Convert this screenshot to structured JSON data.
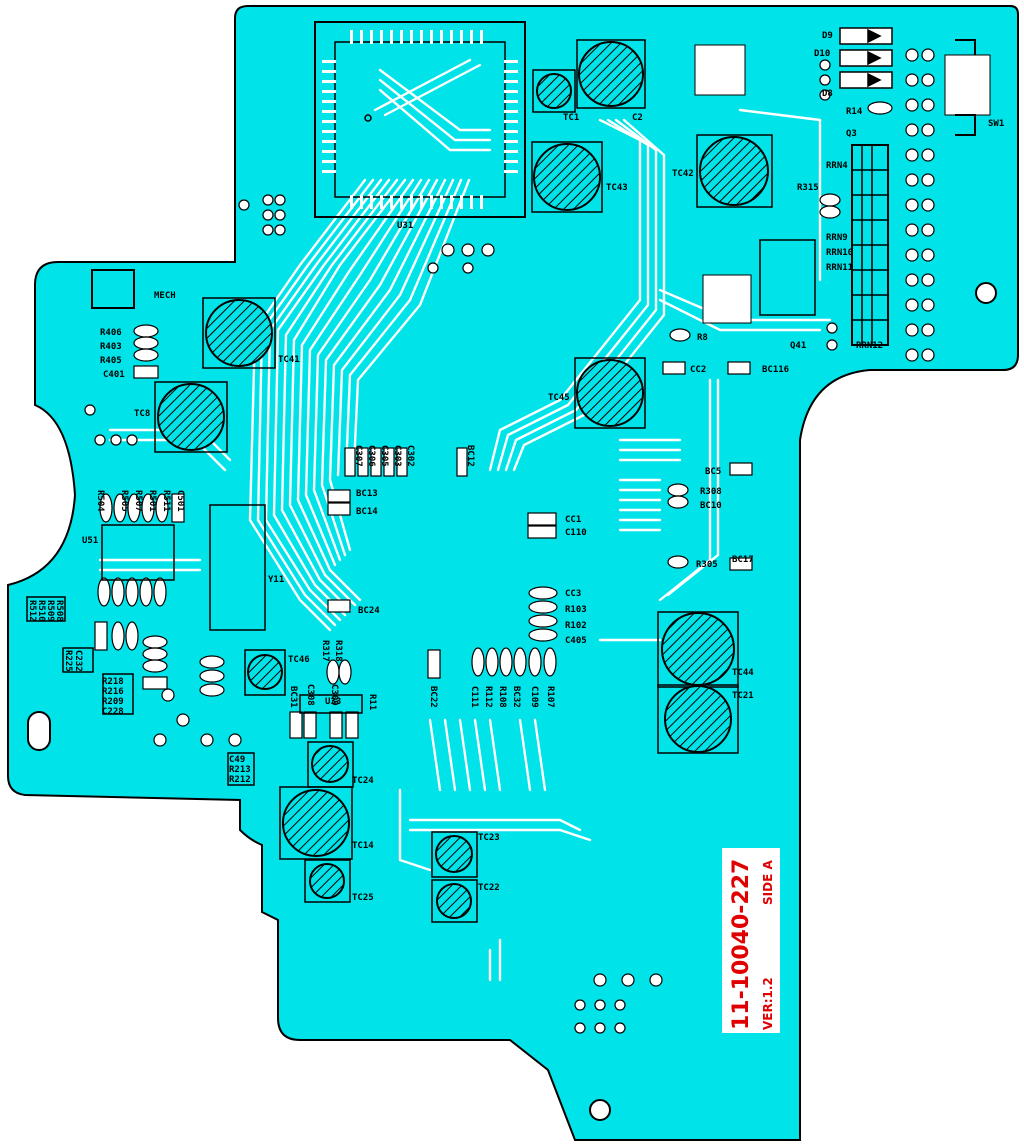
{
  "board": {
    "part_number": "11-10040-227",
    "side": "SIDE A",
    "version": "VER:1.2",
    "colors": {
      "board": "#00e3e8",
      "trace": "#ffffff",
      "outline": "#000000",
      "marking": "#e00000"
    }
  },
  "components": {
    "u31": "U31",
    "tc1": "TC1",
    "c2": "C2",
    "tc43": "TC43",
    "tc42": "TC42",
    "d9": "D9",
    "d10": "D10",
    "d8": "D8",
    "r14": "R14",
    "q3": "Q3",
    "sw1": "SW1",
    "rrn4": "RRN4",
    "r315": "R315",
    "rrn9": "RRN9",
    "rrn10": "RRN10",
    "rrn11": "RRN11",
    "rrn12": "RRN12",
    "q41": "Q41",
    "r8": "R8",
    "mech": "MECH",
    "r406": "R406",
    "r403": "R403",
    "r405": "R405",
    "c401": "C401",
    "tc41": "TC41",
    "tc8": "TC8",
    "cc2": "CC2",
    "bc116": "BC116",
    "tc45": "TC45",
    "c307": "C307",
    "c306": "C306",
    "c305": "C305",
    "c303": "C303",
    "c302": "C302",
    "bc12": "BC12",
    "bc5": "BC5",
    "r308": "R308",
    "bc10": "BC10",
    "r504": "R504",
    "r505": "R505",
    "r507": "R507",
    "r501": "R501",
    "r511": "R511",
    "c501": "C501",
    "bc13": "BC13",
    "bc14": "BC14",
    "cc1": "CC1",
    "c110": "C110",
    "u51": "U51",
    "y11": "Y11",
    "r305": "R305",
    "bc17": "BC17",
    "r512": "R512",
    "r510": "R510",
    "r509": "R509",
    "r508": "R508",
    "bc24": "BC24",
    "cc3": "CC3",
    "r103": "R103",
    "r102": "R102",
    "c405": "C405",
    "r225": "R225",
    "c232": "C232",
    "r318": "R318",
    "r317": "R317",
    "tc46": "TC46",
    "r218": "R218",
    "r216": "R216",
    "r209": "R209",
    "c228": "C228",
    "bc31": "BC31",
    "c308": "C308",
    "u33": "U33",
    "c309": "C309",
    "r11": "R11",
    "bc22": "BC22",
    "c111": "C111",
    "r112": "R112",
    "r108": "R108",
    "bc32": "BC32",
    "c109": "C109",
    "r107": "R107",
    "tc44": "TC44",
    "tc21": "TC21",
    "c49": "C49",
    "r213": "R213",
    "r212": "R212",
    "tc24": "TC24",
    "tc14": "TC14",
    "tc25": "TC25",
    "tc23": "TC23",
    "tc22": "TC22"
  }
}
